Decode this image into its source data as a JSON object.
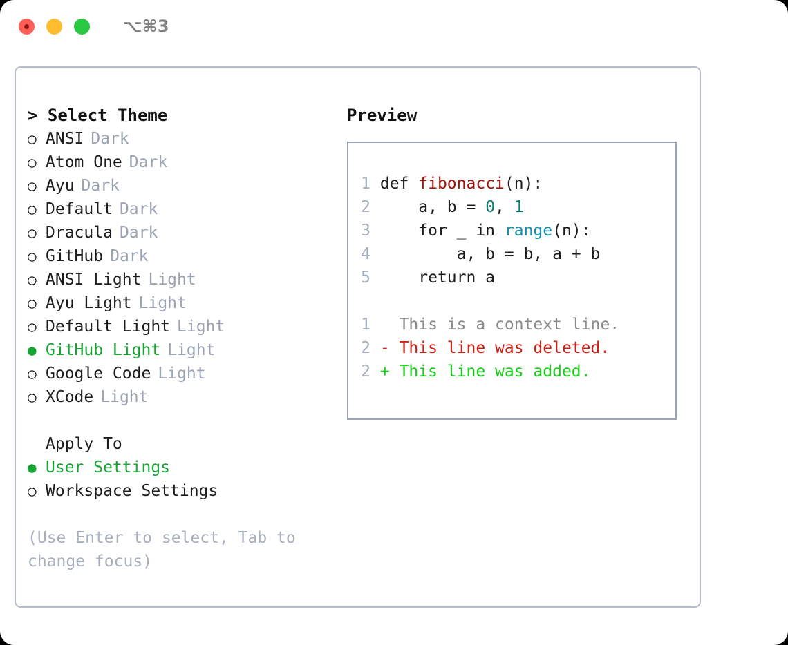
{
  "titlebar": {
    "shortcut": "⌥⌘3",
    "lights": [
      "close-light",
      "minimize-light",
      "zoom-light"
    ]
  },
  "theme_section": {
    "header": "> Select Theme",
    "options": [
      {
        "bullet": "○",
        "name": "ANSI",
        "tag": "Dark",
        "selected": false
      },
      {
        "bullet": "○",
        "name": "Atom One",
        "tag": "Dark",
        "selected": false
      },
      {
        "bullet": "○",
        "name": "Ayu",
        "tag": "Dark",
        "selected": false
      },
      {
        "bullet": "○",
        "name": "Default",
        "tag": "Dark",
        "selected": false
      },
      {
        "bullet": "○",
        "name": "Dracula",
        "tag": "Dark",
        "selected": false
      },
      {
        "bullet": "○",
        "name": "GitHub",
        "tag": "Dark",
        "selected": false
      },
      {
        "bullet": "○",
        "name": "ANSI Light",
        "tag": "Light",
        "selected": false
      },
      {
        "bullet": "○",
        "name": "Ayu Light",
        "tag": "Light",
        "selected": false
      },
      {
        "bullet": "○",
        "name": "Default Light",
        "tag": "Light",
        "selected": false
      },
      {
        "bullet": "●",
        "name": "GitHub Light",
        "tag": "Light",
        "selected": true
      },
      {
        "bullet": "○",
        "name": "Google Code",
        "tag": "Light",
        "selected": false
      },
      {
        "bullet": "○",
        "name": "XCode",
        "tag": "Light",
        "selected": false
      }
    ]
  },
  "apply_section": {
    "header": "Apply To",
    "options": [
      {
        "bullet": "●",
        "name": "User Settings",
        "selected": true
      },
      {
        "bullet": "○",
        "name": "Workspace Settings",
        "selected": false
      }
    ]
  },
  "hint": "(Use Enter to select, Tab to change focus)",
  "preview": {
    "title": "Preview",
    "code_lines": [
      {
        "lineno": "1",
        "tokens": [
          {
            "text": "def ",
            "kind": "plain"
          },
          {
            "text": "fibonacci",
            "kind": "fn"
          },
          {
            "text": "(n):",
            "kind": "plain"
          }
        ]
      },
      {
        "lineno": "2",
        "tokens": [
          {
            "text": "    a, b = ",
            "kind": "plain"
          },
          {
            "text": "0",
            "kind": "num"
          },
          {
            "text": ", ",
            "kind": "plain"
          },
          {
            "text": "1",
            "kind": "num"
          }
        ]
      },
      {
        "lineno": "3",
        "tokens": [
          {
            "text": "    for _ in ",
            "kind": "plain"
          },
          {
            "text": "range",
            "kind": "call"
          },
          {
            "text": "(n):",
            "kind": "plain"
          }
        ]
      },
      {
        "lineno": "4",
        "tokens": [
          {
            "text": "        a, b = b, a + b",
            "kind": "plain"
          }
        ]
      },
      {
        "lineno": "5",
        "tokens": [
          {
            "text": "    return a",
            "kind": "plain"
          }
        ]
      }
    ],
    "diff_lines": [
      {
        "lineno": "1",
        "marker": "  ",
        "text": "This is a context line.",
        "kind": "ctx"
      },
      {
        "lineno": "2",
        "marker": "- ",
        "text": "This line was deleted.",
        "kind": "del"
      },
      {
        "lineno": "2",
        "marker": "+ ",
        "text": "This line was added.",
        "kind": "add"
      }
    ]
  },
  "colors": {
    "accent_green": "#16a533",
    "diff_add": "#17cc17",
    "diff_del": "#cc1e14",
    "muted": "#9aa3b3",
    "border": "#b5bdcb",
    "preview_border": "#9aa4b5"
  }
}
